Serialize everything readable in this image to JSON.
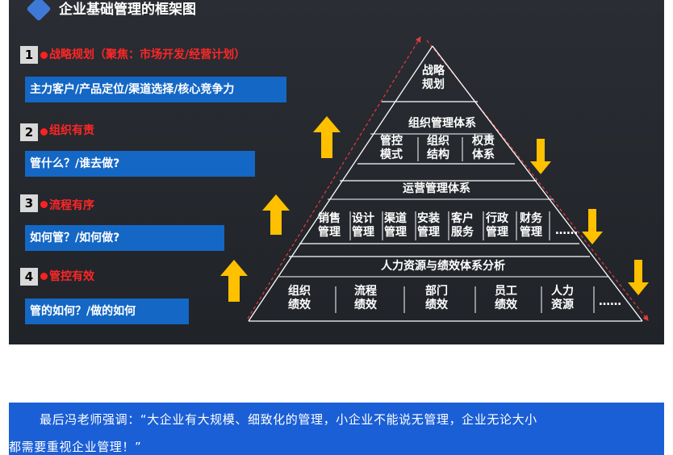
{
  "title": "企业基础管理的框架图",
  "items": [
    {
      "num": "1",
      "head": "战略规划（聚焦：市场开发/经营计划）",
      "box": "主力客户/产品定位/渠道选择/核心竞争力"
    },
    {
      "num": "2",
      "head": "组织有责",
      "box": "管什么？/谁去做?"
    },
    {
      "num": "3",
      "head": "流程有序",
      "box": "如何管？/如何做?"
    },
    {
      "num": "4",
      "head": "管控有效",
      "box": "管的如何？/做的如何"
    }
  ],
  "pyramid": {
    "top": [
      "战略",
      "规划"
    ],
    "level2": {
      "title": "组织管理体系",
      "cells": [
        [
          "管控",
          "模式"
        ],
        [
          "组织",
          "结构"
        ],
        [
          "权责",
          "体系"
        ]
      ]
    },
    "level3": {
      "title": "运营管理体系",
      "cells": [
        [
          "销售",
          "管理"
        ],
        [
          "设计",
          "管理"
        ],
        [
          "渠道",
          "管理"
        ],
        [
          "安装",
          "管理"
        ],
        [
          "客户",
          "服务"
        ],
        [
          "行政",
          "管理"
        ],
        [
          "财务",
          "管理"
        ]
      ],
      "more": "……"
    },
    "level4": {
      "title": "人力资源与绩效体系分析",
      "cells": [
        [
          "组织",
          "绩效"
        ],
        [
          "流程",
          "绩效"
        ],
        [
          "部门",
          "绩效"
        ],
        [
          "员工",
          "绩效"
        ],
        [
          "人力",
          "资源"
        ]
      ],
      "more": "……"
    }
  },
  "colors": {
    "arrow": "#ffc000",
    "box": "#1467c4",
    "heading": "#ff2626",
    "quote_bg": "#1a5fd6"
  },
  "quote": {
    "line1": "最后冯老师强调：“大企业有大规模、细致化的管理，小企业不能说无管理，企业无论大小",
    "line2": "都需要重视企业管理！”"
  }
}
